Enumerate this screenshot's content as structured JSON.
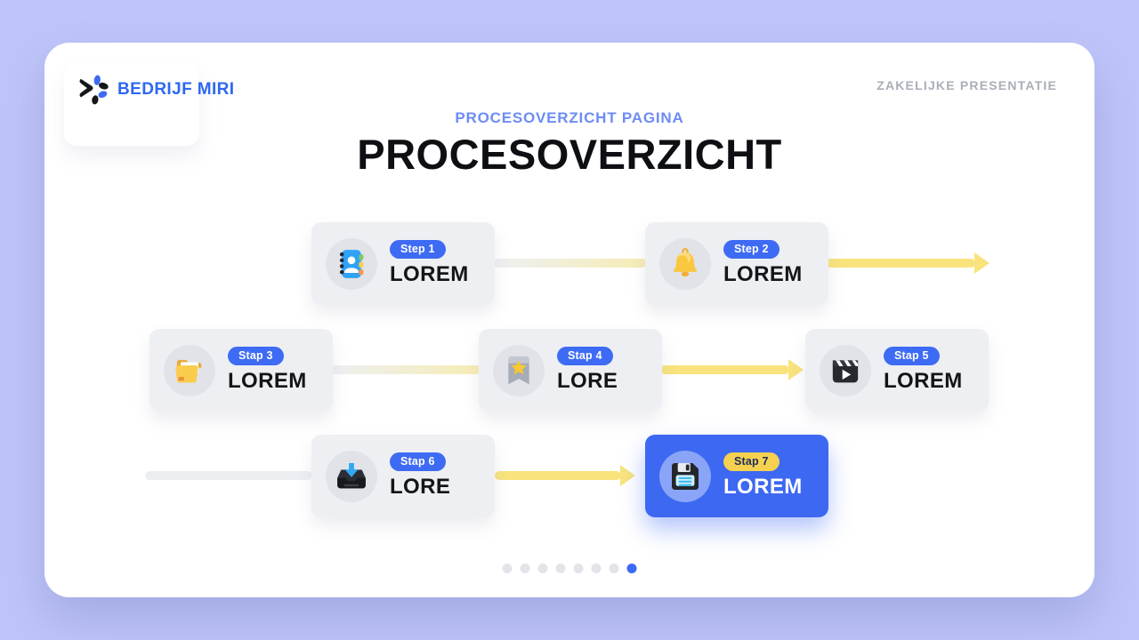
{
  "header": {
    "logo_text": "BEDRIJF MIRI",
    "tagline": "ZAKELIJKE PRESENTATIE"
  },
  "title": {
    "eyebrow": "PROCESOVERZICHT PAGINA",
    "main": "PROCESOVERZICHT"
  },
  "steps": [
    {
      "badge": "Step 1",
      "label": "LOREM",
      "icon": "address-book-icon",
      "highlight": false
    },
    {
      "badge": "Step 2",
      "label": "LOREM",
      "icon": "bell-icon",
      "highlight": false
    },
    {
      "badge": "Stap 3",
      "label": "LOREM",
      "icon": "open-folder-icon",
      "highlight": false
    },
    {
      "badge": "Stap 4",
      "label": "LORE",
      "icon": "star-bookmark-icon",
      "highlight": false
    },
    {
      "badge": "Stap 5",
      "label": "LOREM",
      "icon": "clapperboard-icon",
      "highlight": false
    },
    {
      "badge": "Stap 6",
      "label": "LORE",
      "icon": "inbox-tray-icon",
      "highlight": false
    },
    {
      "badge": "Stap 7",
      "label": "LOREM",
      "icon": "floppy-disk-icon",
      "highlight": true
    }
  ],
  "pagination": {
    "count": 8,
    "active_index": 8
  },
  "colors": {
    "background": "#bfc5f9",
    "slide": "#ffffff",
    "accent_blue": "#3d6af5",
    "highlight_card": "#3d68f2",
    "badge_yellow": "#f6d14f",
    "arrow_yellow": "#f9e37d",
    "card_gray": "#eeeff2",
    "eyebrow_blue": "#6d8cf6",
    "tagline_gray": "#a9aeb8",
    "title_black": "#0d0f13"
  }
}
